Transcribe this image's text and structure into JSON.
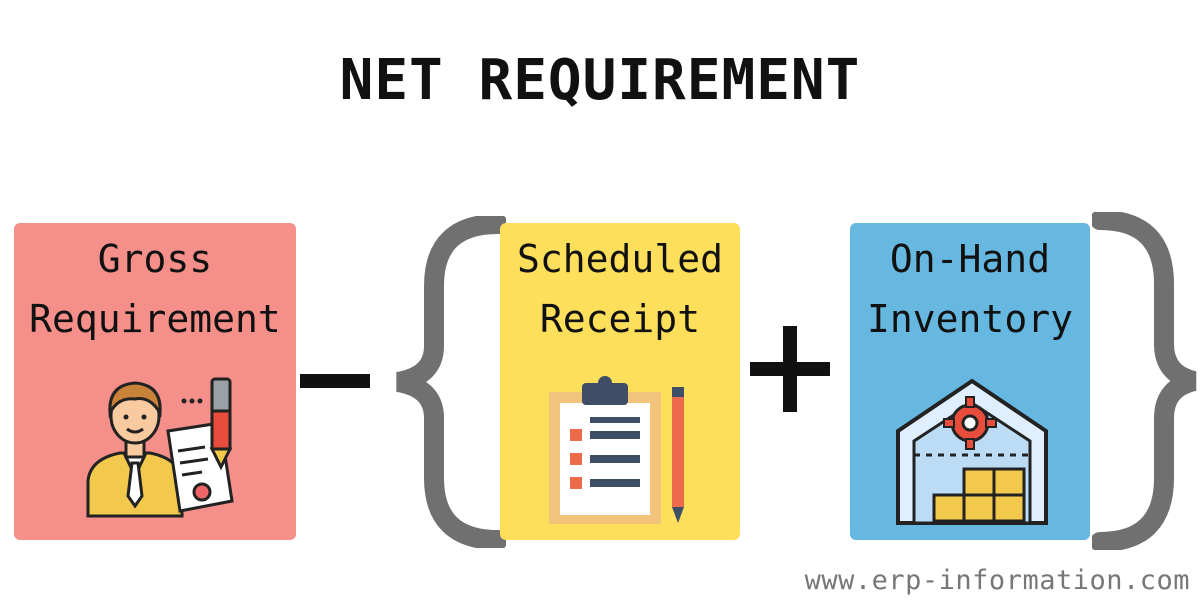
{
  "title": "NET REQUIREMENT",
  "boxes": {
    "gross": {
      "line1": "Gross",
      "line2": "Requirement",
      "color": "#f48f8a",
      "icon": "businessman-signing-document-icon"
    },
    "scheduled": {
      "line1": "Scheduled",
      "line2": "Receipt",
      "color": "#fedf5b",
      "icon": "clipboard-checklist-icon"
    },
    "onhand": {
      "line1": "On-Hand",
      "line2": "Inventory",
      "color": "#67b8e1",
      "icon": "warehouse-icon"
    }
  },
  "operators": {
    "minus": "minus-sign",
    "plus": "plus-sign"
  },
  "footer": "www.erp-information.com"
}
